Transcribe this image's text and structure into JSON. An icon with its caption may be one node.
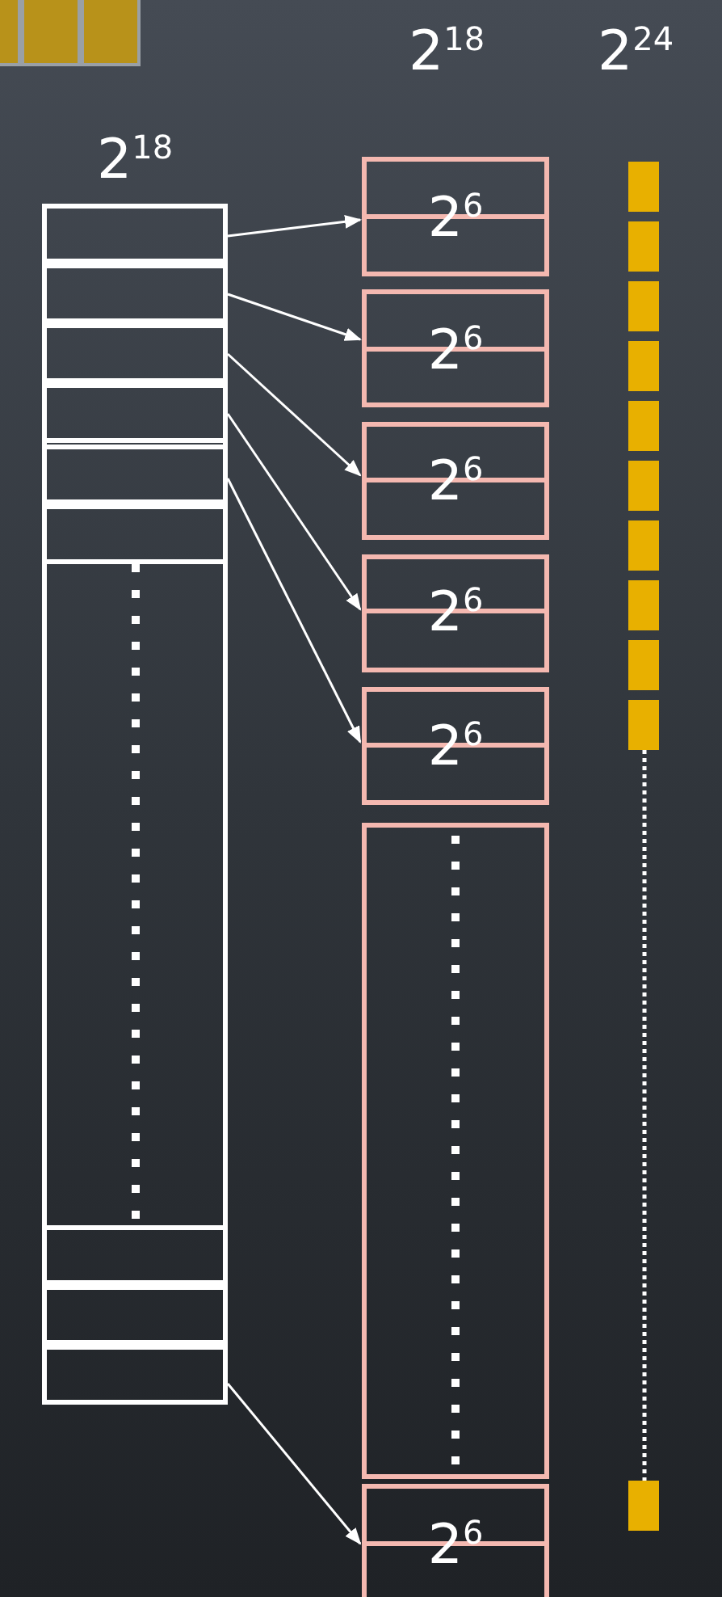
{
  "diagram": {
    "nodes": [
      {
        "text": [
          "2$^{18}$"
        ]
      },
      {
        "text": [],
        "shape": "box",
        "in": 0
      },
      {
        "text": [],
        "shape": "box",
        "in": 0
      },
      {
        "text": [],
        "shape": "box",
        "in": 0
      },
      {
        "text": [],
        "shape": "box",
        "in": 0
      },
      {
        "text": [],
        "shape": "box",
        "in": 0
      },
      {
        "text": [],
        "shape": "box",
        "in": 0
      },
      {
        "text": [],
        "shape": "box",
        "in": 0
      },
      {
        "text": [],
        "shape": "box",
        "in": 0
      },
      {
        "text": [],
        "shape": "box",
        "in": 0
      },
      {
        "text": [
          "2$^{6}$"
        ]
      },
      {
        "text": [
          "2$^{6}$"
        ]
      },
      {
        "text": [
          "2$^{6}$"
        ]
      },
      {
        "text": [
          "2$^{6}$"
        ]
      },
      {
        "text": [
          "2$^{6}$"
        ]
      },
      {
        "text": [],
        "shape": "box"
      },
      {
        "text": [
          "2$^{6}$"
        ]
      },
      {
        "text": [],
        "shape": "bar"
      },
      {
        "text": [],
        "shape": "bar"
      },
      {
        "text": [],
        "shape": "bar"
      },
      {
        "text": [],
        "shape": "bar"
      },
      {
        "text": [],
        "shape": "bar"
      },
      {
        "text": [],
        "shape": "bar"
      },
      {
        "text": [],
        "shape": "bar"
      },
      {
        "text": [],
        "shape": "bar"
      },
      {
        "text": [],
        "shape": "bar"
      },
      {
        "text": [],
        "shape": "bar"
      },
      {
        "text": [],
        "shape": "bar"
      },
      {
        "text": [],
        "shape": "box"
      },
      {
        "text": [],
        "shape": "box"
      },
      {
        "text": [],
        "shape": "box"
      }
    ],
    "edges": [
      {
        "from": 1,
        "to": 10,
        "arrow": "to"
      },
      {
        "from": 2,
        "to": 11,
        "arrow": "to"
      },
      {
        "from": 3,
        "to": 12,
        "arrow": "to"
      },
      {
        "from": 4,
        "to": 13,
        "arrow": "to"
      },
      {
        "from": 5,
        "to": 14,
        "arrow": "to"
      },
      {
        "from": 9,
        "to": 16,
        "arrow": "to"
      },
      {
        "from": 6,
        "to": 7,
        "arrow": "none",
        "style": "dashed"
      },
      {
        "from": 26,
        "to": 27,
        "arrow": "none",
        "style": "dashed"
      }
    ],
    "labels": [
      "2$^{18}$",
      "2$^{24}$"
    ]
  }
}
